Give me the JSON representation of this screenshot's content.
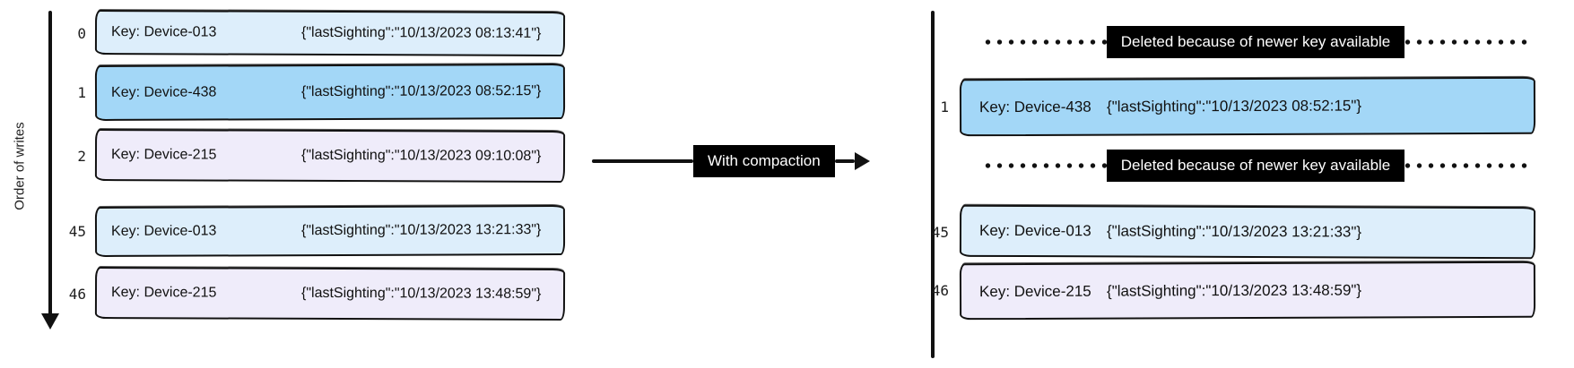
{
  "axis": {
    "label": "Order of writes"
  },
  "arrow": {
    "label": "With compaction"
  },
  "colors": {
    "record_light_blue": "#ddeefb",
    "record_blue": "#a3d7f7",
    "record_lavender": "#efecfa",
    "stroke": "#111111",
    "label_bg": "#000000",
    "label_text": "#ffffff"
  },
  "left_log": {
    "rows": [
      {
        "index": "0",
        "key": "Key: Device-013",
        "value": "{\"lastSighting\":\"10/13/2023 08:13:41\"}",
        "color": "light-blue"
      },
      {
        "index": "1",
        "key": "Key: Device-438",
        "value": "{\"lastSighting\":\"10/13/2023 08:52:15\"}",
        "color": "blue"
      },
      {
        "index": "2",
        "key": "Key: Device-215",
        "value": "{\"lastSighting\":\"10/13/2023 09:10:08\"}",
        "color": "lavender"
      },
      {
        "index": "45",
        "key": "Key: Device-013",
        "value": "{\"lastSighting\":\"10/13/2023 13:21:33\"}",
        "color": "light-blue"
      },
      {
        "index": "46",
        "key": "Key: Device-215",
        "value": "{\"lastSighting\":\"10/13/2023 13:48:59\"}",
        "color": "lavender"
      }
    ]
  },
  "right_log": {
    "deleted_labels": [
      "Deleted because of newer key available",
      "Deleted because of newer key available"
    ],
    "rows": [
      {
        "index": "1",
        "key": "Key: Device-438",
        "value": "{\"lastSighting\":\"10/13/2023 08:52:15\"}",
        "color": "blue"
      },
      {
        "index": "45",
        "key": "Key: Device-013",
        "value": "{\"lastSighting\":\"10/13/2023 13:21:33\"}",
        "color": "light-blue"
      },
      {
        "index": "46",
        "key": "Key: Device-215",
        "value": "{\"lastSighting\":\"10/13/2023 13:48:59\"}",
        "color": "lavender"
      }
    ]
  }
}
